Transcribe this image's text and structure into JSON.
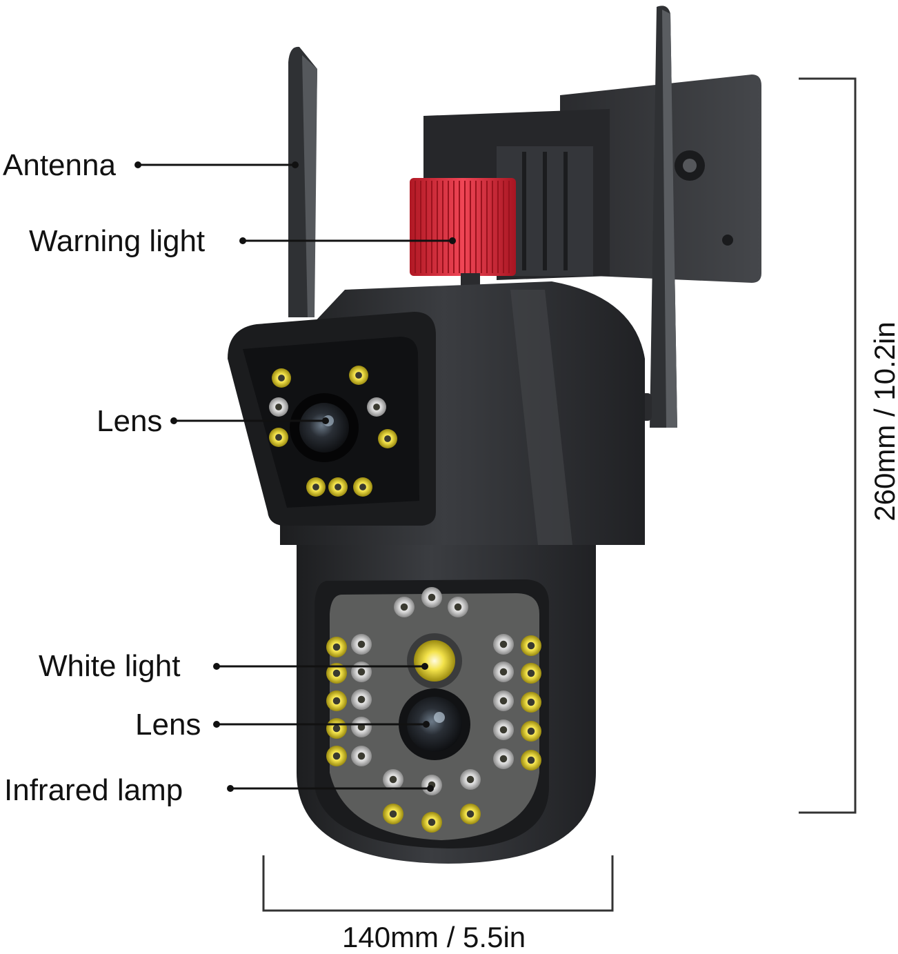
{
  "callouts": {
    "antenna": "Antenna",
    "warning_light": "Warning light",
    "lens_upper": "Lens",
    "white_light": "White light",
    "lens_lower": "Lens",
    "infrared_lamp": "Infrared lamp"
  },
  "dimensions": {
    "height": "260mm / 10.2in",
    "width": "140mm / 5.5in"
  },
  "colors": {
    "body": "#2b2c2f",
    "body_light": "#45474b",
    "warning_red": "#e0303e",
    "led_yellow": "#e6d22a",
    "led_white": "#dcdcdc",
    "panel": "#5c5d5c"
  }
}
